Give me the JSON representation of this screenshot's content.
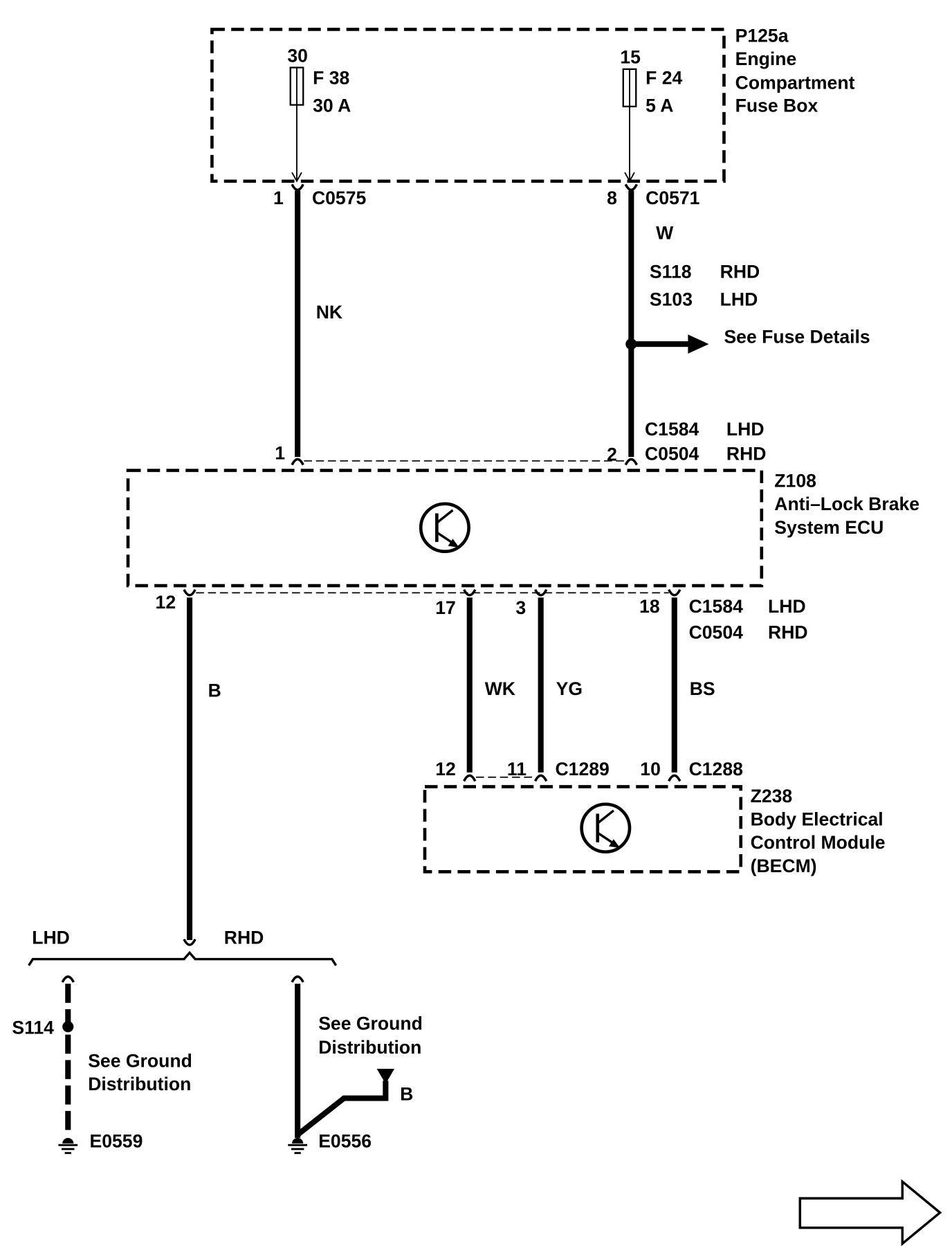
{
  "fuse_box": {
    "id": "P125a",
    "name_lines": [
      "Engine",
      "Compartment",
      "Fuse Box"
    ],
    "fuses": [
      {
        "supply": "30",
        "fuse": "F 38",
        "rating": "30 A"
      },
      {
        "supply": "15",
        "fuse": "F 24",
        "rating": "5 A"
      }
    ]
  },
  "connectors_top": {
    "left": {
      "pin": "1",
      "id": "C0575"
    },
    "right": {
      "pin": "8",
      "id": "C0571"
    }
  },
  "wires": {
    "nk": "NK",
    "w": "W",
    "b": "B",
    "wk": "WK",
    "yg": "YG",
    "bs": "BS"
  },
  "splice_w": {
    "rhd": {
      "id": "S118",
      "variant": "RHD"
    },
    "lhd": {
      "id": "S103",
      "variant": "LHD"
    },
    "reference": "See Fuse Details"
  },
  "abs_in": {
    "pin_nk": "1",
    "pin_w": "2",
    "connectors": [
      {
        "id": "C1584",
        "variant": "LHD"
      },
      {
        "id": "C0504",
        "variant": "RHD"
      }
    ]
  },
  "abs_ecu": {
    "id": "Z108",
    "name_lines": [
      "Anti–Lock Brake",
      "System ECU"
    ]
  },
  "abs_out": {
    "pins": {
      "b": "12",
      "wk": "17",
      "yg": "3",
      "bs": "18"
    },
    "connectors": [
      {
        "id": "C1584",
        "variant": "LHD"
      },
      {
        "id": "C0504",
        "variant": "RHD"
      }
    ]
  },
  "becm_in": {
    "pin_wk": "12",
    "pin_yg": "11",
    "conn_1": "C1289",
    "pin_bs": "10",
    "conn_2": "C1288"
  },
  "becm": {
    "id": "Z238",
    "name_lines": [
      "Body Electrical",
      "Control Module",
      "(BECM)"
    ]
  },
  "ground": {
    "lhd_label": "LHD",
    "rhd_label": "RHD",
    "lhd": {
      "splice": "S114",
      "note_lines": [
        "See Ground",
        "Distribution"
      ],
      "ground": "E0559"
    },
    "rhd": {
      "note_lines": [
        "See Ground",
        "Distribution"
      ],
      "ground": "E0556",
      "branch_wire": "B"
    }
  },
  "icons": {
    "transistor": "transistor-icon",
    "ground": "ground-icon",
    "next_page": "next-page-arrow-icon"
  }
}
